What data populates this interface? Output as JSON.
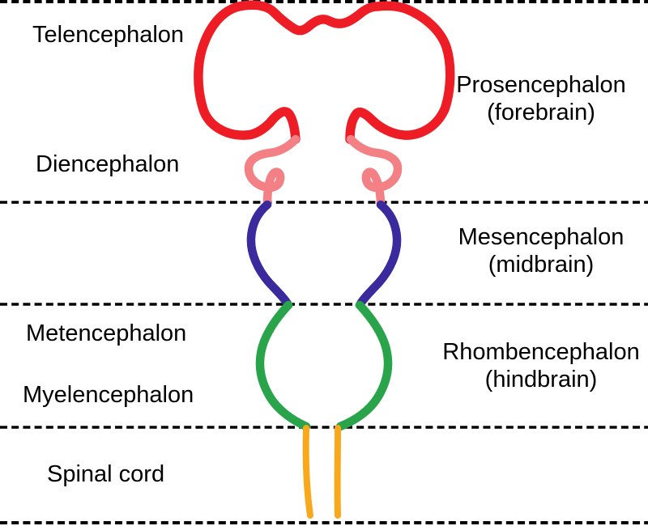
{
  "diagram": {
    "background_color": "#ffffff",
    "text_color": "#000000",
    "divider_color": "#000000",
    "left_labels": {
      "telencephalon": "Telencephalon",
      "diencephalon": "Diencephalon",
      "metencephalon": "Metencephalon",
      "myelencephalon": "Myelencephalon",
      "spinal_cord": "Spinal cord"
    },
    "right_labels": {
      "prosencephalon_line1": "Prosencephalon",
      "prosencephalon_line2": "(forebrain)",
      "mesencephalon_line1": "Mesencephalon",
      "mesencephalon_line2": "(midbrain)",
      "rhombencephalon_line1": "Rhombencephalon",
      "rhombencephalon_line2": "(hindbrain)"
    },
    "colors": {
      "prosencephalon": "#ee1c24",
      "diencephalon": "#f28084",
      "mesencephalon": "#392a9e",
      "rhombencephalon": "#29a44b",
      "spinal_cord": "#f9a81b"
    }
  }
}
